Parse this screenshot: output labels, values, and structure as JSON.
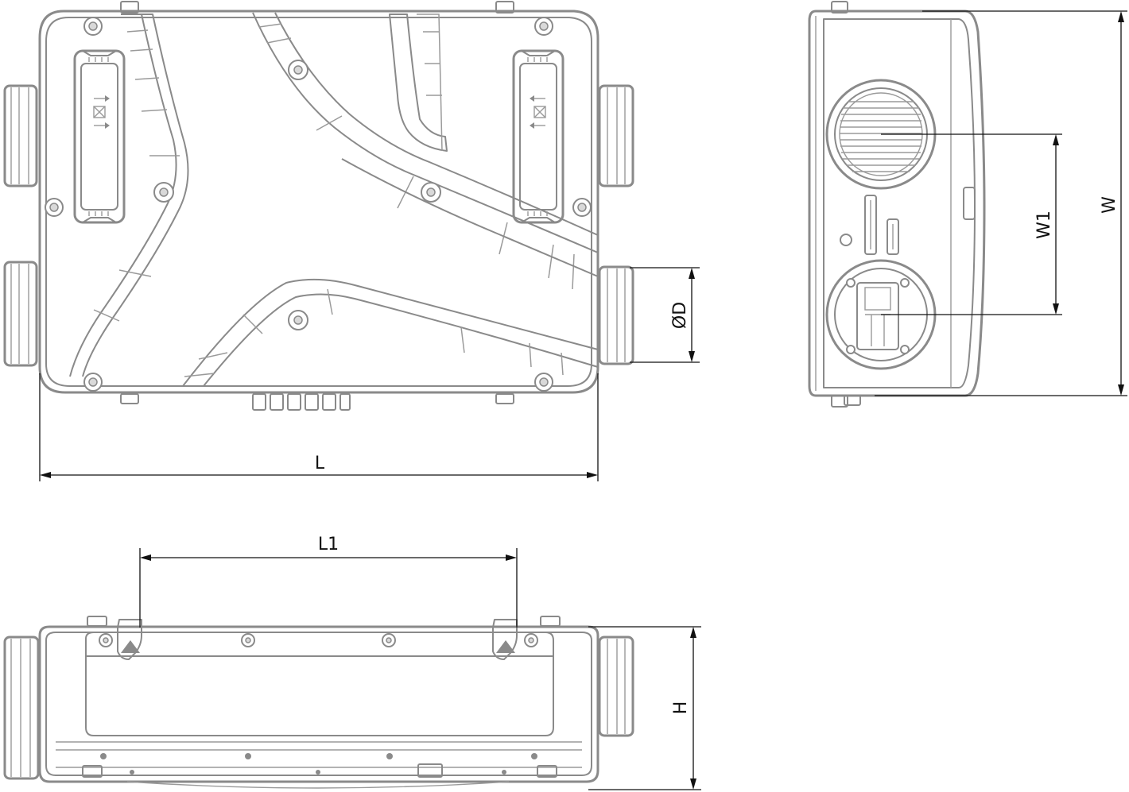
{
  "diagram": {
    "dimensions": {
      "length": "L",
      "length_1": "L1",
      "width": "W",
      "width_1": "W1",
      "height": "H",
      "diameter": "ØD"
    }
  }
}
